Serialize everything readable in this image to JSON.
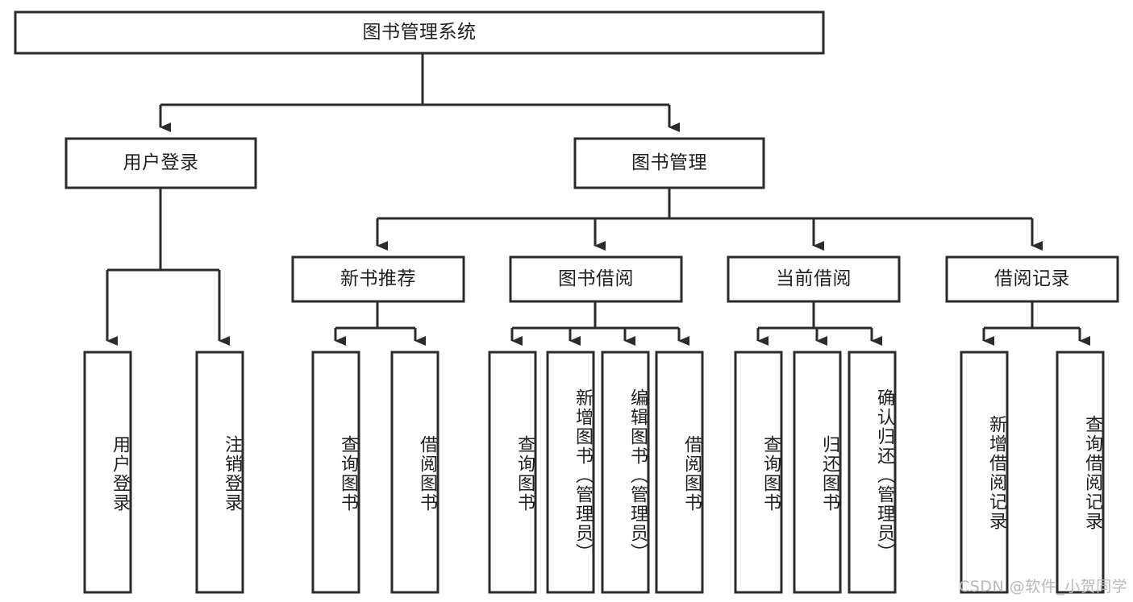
{
  "diagram": {
    "title": "图书管理系统",
    "type": "tree-hierarchy-chart",
    "root": {
      "label": "图书管理系统"
    },
    "level1": [
      {
        "label": "用户登录"
      },
      {
        "label": "图书管理"
      }
    ],
    "level2": [
      {
        "label": "新书推荐"
      },
      {
        "label": "图书借阅"
      },
      {
        "label": "当前借阅"
      },
      {
        "label": "借阅记录"
      }
    ],
    "leaves": {
      "user_login": [
        {
          "label": "用户登录"
        },
        {
          "label": "注销登录"
        }
      ],
      "new_book_recommend": [
        {
          "label": "查询图书"
        },
        {
          "label": "借阅图书"
        }
      ],
      "book_borrow": [
        {
          "label": "查询图书"
        },
        {
          "label": "新增图书（管理员）"
        },
        {
          "label": "编辑图书（管理员）"
        },
        {
          "label": "借阅图书"
        }
      ],
      "current_borrow": [
        {
          "label": "查询图书"
        },
        {
          "label": "归还图书"
        },
        {
          "label": "确认归还（管理员）"
        }
      ],
      "borrow_record": [
        {
          "label": "新增借阅记录"
        },
        {
          "label": "查询借阅记录"
        }
      ]
    }
  },
  "watermark": {
    "text": "CSDN @软件_小贺同学"
  },
  "colors": {
    "stroke": "#2b2b2b",
    "box_fill": "#ffffff",
    "text": "#1f1f1f",
    "watermark": "#b9b9b9",
    "background": "#ffffff"
  }
}
